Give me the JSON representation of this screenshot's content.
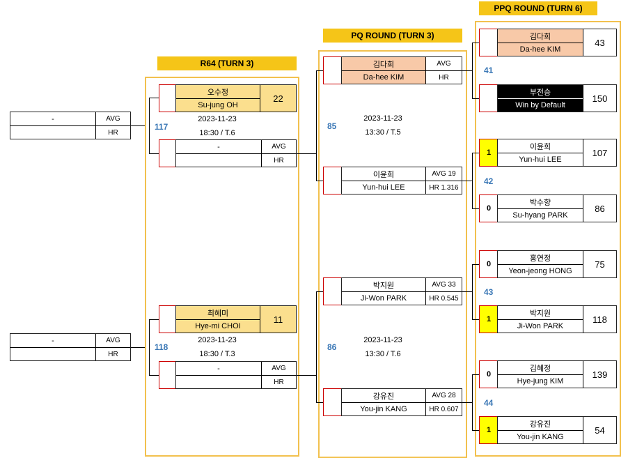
{
  "headers": {
    "r64": "R64 (TURN 3)",
    "pq": "PQ ROUND (TURN 3)",
    "ppq": "PPQ ROUND (TURN 6)"
  },
  "left": {
    "m1": {
      "name": "-",
      "avg": "AVG",
      "hr": "HR"
    },
    "m2": {
      "name": "-",
      "avg": "AVG",
      "hr": "HR"
    }
  },
  "r64": {
    "m117": {
      "num": "117",
      "date": "2023-11-23",
      "time": "18:30 / T.6",
      "p1": {
        "ko": "오수정",
        "en": "Su-jung OH",
        "score": "22"
      },
      "p2": {
        "name": "-",
        "avg": "AVG",
        "hr": "HR"
      }
    },
    "m118": {
      "num": "118",
      "date": "2023-11-23",
      "time": "18:30 / T.3",
      "p1": {
        "ko": "최혜미",
        "en": "Hye-mi CHOI",
        "score": "11"
      },
      "p2": {
        "name": "-",
        "avg": "AVG",
        "hr": "HR"
      }
    }
  },
  "pq": {
    "m85": {
      "num": "85",
      "date": "2023-11-23",
      "time": "13:30 / T.5",
      "p1": {
        "ko": "김다희",
        "en": "Da-hee KIM",
        "avg": "AVG",
        "hr": "HR"
      },
      "p2": {
        "ko": "이윤희",
        "en": "Yun-hui LEE",
        "avg": "AVG 19",
        "hr": "HR 1.316"
      }
    },
    "m86": {
      "num": "86",
      "date": "2023-11-23",
      "time": "13:30 / T.6",
      "p1": {
        "ko": "박지원",
        "en": "Ji-Won PARK",
        "avg": "AVG 33",
        "hr": "HR 0.545"
      },
      "p2": {
        "ko": "강유진",
        "en": "You-jin KANG",
        "avg": "AVG 28",
        "hr": "HR 0.607"
      }
    }
  },
  "ppq": {
    "m41": {
      "num": "41",
      "p1": {
        "seed": "",
        "ko": "김다희",
        "en": "Da-hee KIM",
        "score": "43"
      },
      "p2": {
        "seed": "",
        "ko": "부전승",
        "en": "Win by Default",
        "score": "150"
      }
    },
    "m42": {
      "num": "42",
      "p1": {
        "seed": "1",
        "ko": "이윤희",
        "en": "Yun-hui LEE",
        "score": "107"
      },
      "p2": {
        "seed": "0",
        "ko": "박수향",
        "en": "Su-hyang PARK",
        "score": "86"
      }
    },
    "m43": {
      "num": "43",
      "p1": {
        "seed": "0",
        "ko": "홍연정",
        "en": "Yeon-jeong HONG",
        "score": "75"
      },
      "p2": {
        "seed": "1",
        "ko": "박지원",
        "en": "Ji-Won PARK",
        "score": "118"
      }
    },
    "m44": {
      "num": "44",
      "p1": {
        "seed": "0",
        "ko": "김혜정",
        "en": "Hye-jung KIM",
        "score": "139"
      },
      "p2": {
        "seed": "1",
        "ko": "강유진",
        "en": "You-jin KANG",
        "score": "54"
      }
    }
  }
}
